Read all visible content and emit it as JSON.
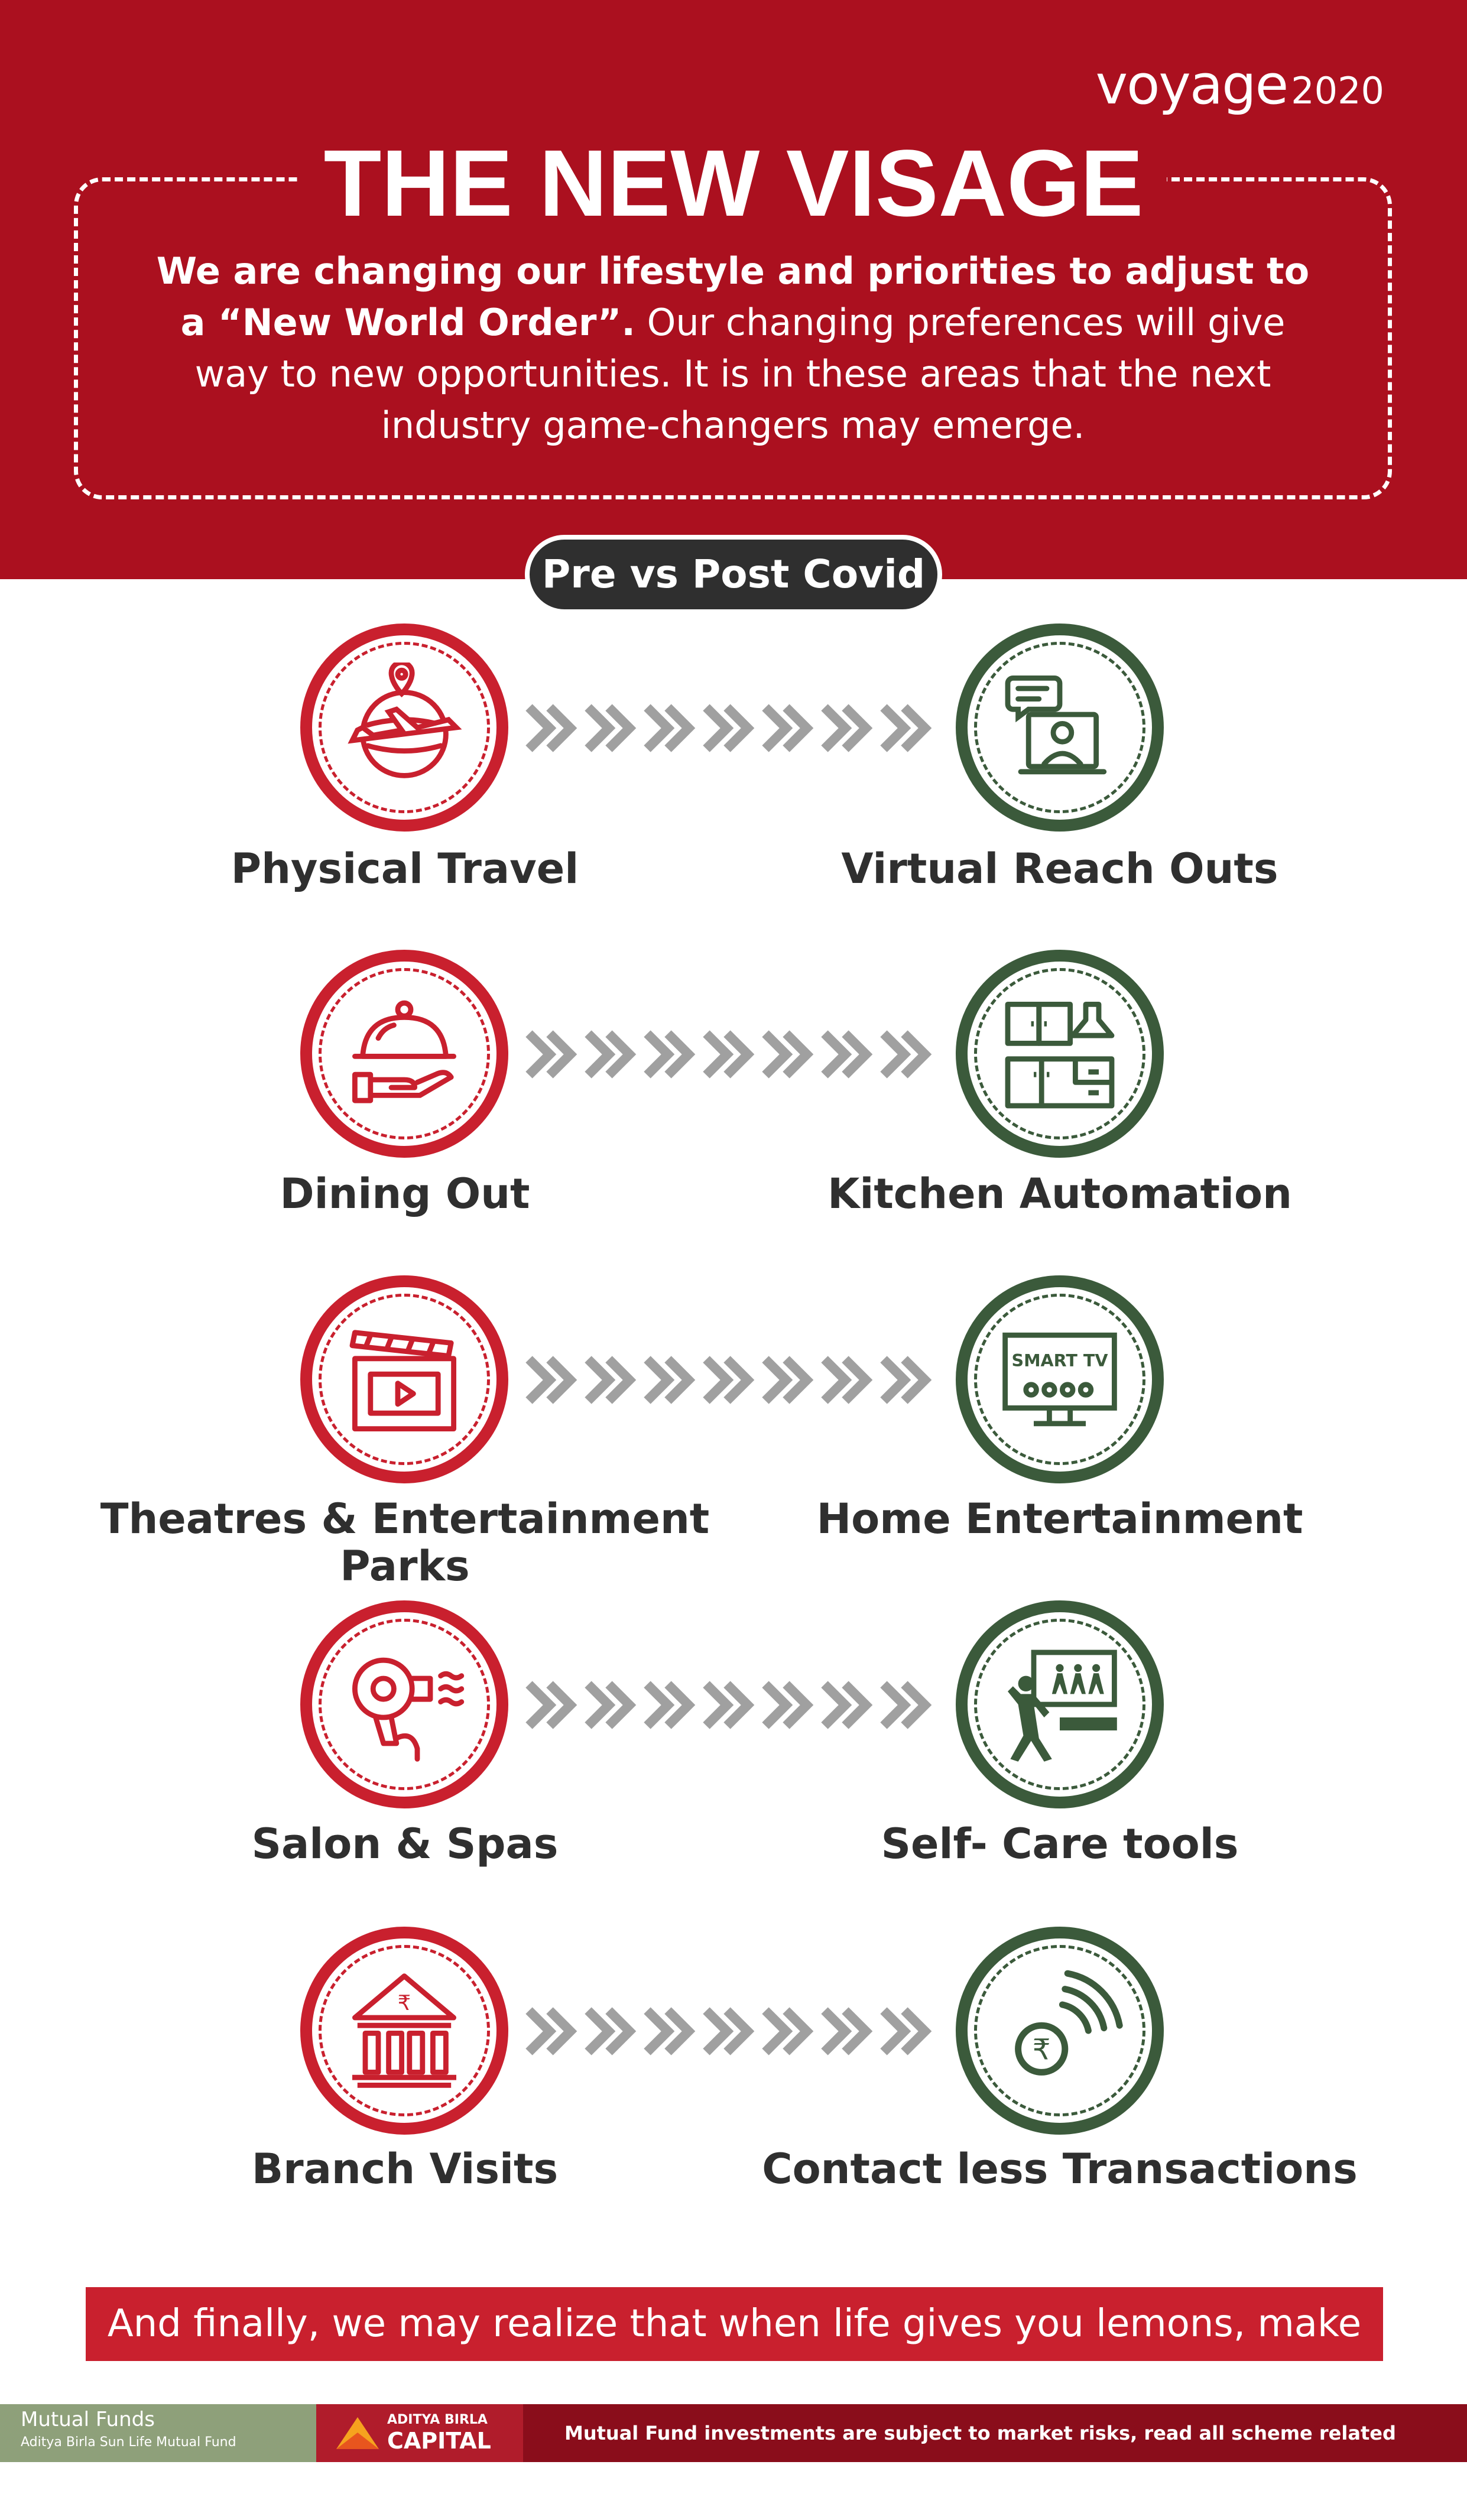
{
  "brand": {
    "name": "voyage",
    "year": "2020"
  },
  "header": {
    "title": "THE NEW VISAGE",
    "intro_bold": "We are changing our lifestyle and priorities to adjust to a “New World Order”.",
    "intro_rest": " Our changing preferences will give way to new opportunities. It is in these areas that the next industry game-changers may emerge."
  },
  "pill": "Pre vs Post Covid",
  "rows": [
    {
      "pre": "Physical Travel",
      "post": "Virtual Reach Outs",
      "pre_icon": "globe-plane-icon",
      "post_icon": "video-call-icon"
    },
    {
      "pre": "Dining Out",
      "post": "Kitchen Automation",
      "pre_icon": "cloche-hand-icon",
      "post_icon": "kitchen-cabinets-icon"
    },
    {
      "pre": "Theatres & Entertainment Parks",
      "post": "Home Entertainment",
      "pre_icon": "clapperboard-icon",
      "post_icon": "smart-tv-icon"
    },
    {
      "pre": "Salon & Spas",
      "post": "Self- Care tools",
      "pre_icon": "hair-dryer-icon",
      "post_icon": "home-workout-icon"
    },
    {
      "pre": "Branch Visits",
      "post": "Contact less Transactions",
      "pre_icon": "bank-building-icon",
      "post_icon": "contactless-rupee-icon"
    }
  ],
  "smart_tv_text": "SMART TV",
  "banner": "And finally, we may realize that when life gives you lemons, make lemonade!",
  "footer": {
    "mf_title": "Mutual Funds",
    "mf_sub": "Aditya Birla Sun Life Mutual Fund",
    "cap_small": "ADITYA BIRLA",
    "cap_big": "CAPITAL",
    "disclaimer": "Mutual Fund investments are subject to market risks, read all scheme related documents carefully."
  },
  "colors": {
    "header_red": "#ab101f",
    "circle_red": "#c9202e",
    "circle_green": "#3b5a3b",
    "arrow_gray": "#a0a0a0",
    "dark": "#2f2f2f"
  }
}
